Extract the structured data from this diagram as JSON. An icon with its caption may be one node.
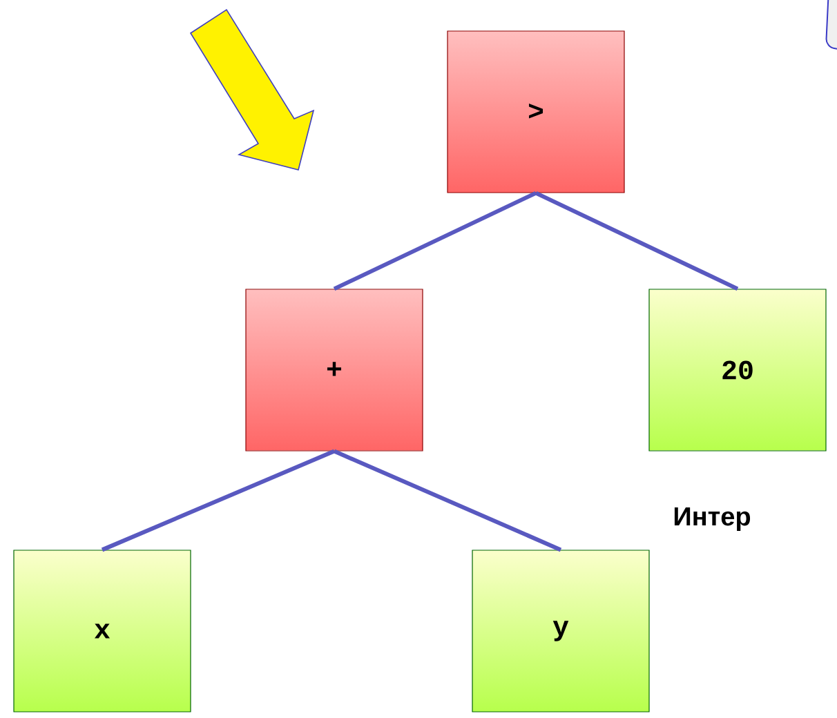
{
  "diagram": {
    "nodes": [
      {
        "text": [
          ">"
        ]
      },
      {
        "text": [
          "+"
        ]
      },
      {
        "text": [
          "20"
        ]
      },
      {
        "text": [
          "x"
        ]
      },
      {
        "text": [
          "y"
        ]
      }
    ],
    "edges": [
      {
        "from": 0,
        "to": 1,
        "arrow": "none"
      },
      {
        "from": 0,
        "to": 2,
        "arrow": "none"
      },
      {
        "from": 1,
        "to": 3,
        "arrow": "none"
      },
      {
        "from": 1,
        "to": 4,
        "arrow": "none"
      }
    ],
    "labels": [
      "Интер"
    ]
  }
}
